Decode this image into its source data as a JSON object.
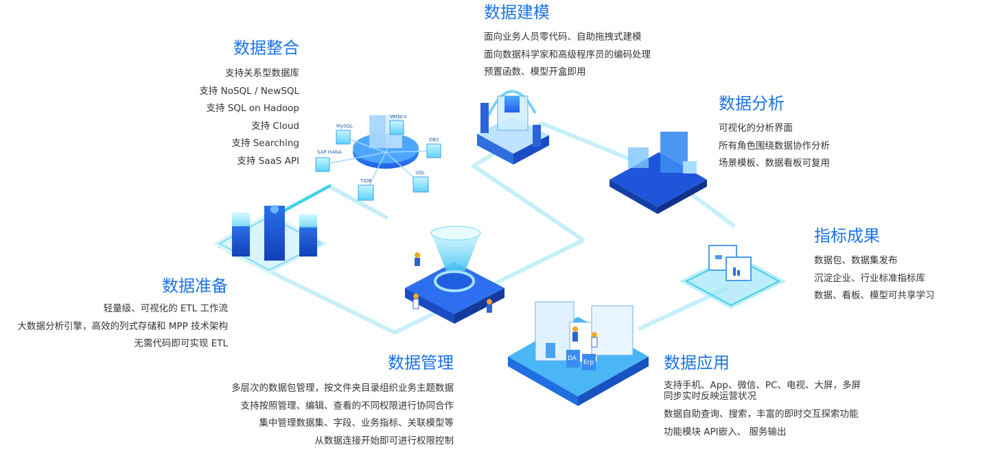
{
  "accent_color": "#1a73e8",
  "path_color": "#bfeef8",
  "sections": {
    "integration": {
      "title": "数据整合",
      "items": [
        "支持关系型数据库",
        "支持 NoSQL / NewSQL",
        "支持 SQL on Hadoop",
        "支持 Cloud",
        "支持 Searching",
        "支持 SaaS API"
      ]
    },
    "modeling": {
      "title": "数据建模",
      "items": [
        "面向业务人员零代码、自助拖拽式建模",
        "面向数据科学家和高级程序员的编码处理",
        "预置函数、模型开盒即用"
      ]
    },
    "analysis": {
      "title": "数据分析",
      "items": [
        "可视化的分析界面",
        "所有角色围绕数据协作分析",
        "场景模板、数据看板可复用"
      ]
    },
    "metrics": {
      "title": "指标成果",
      "items": [
        "数据包、数据集发布",
        "沉淀企业、行业标准指标库",
        "数据、看板、模型可共享学习"
      ]
    },
    "preparation": {
      "title": "数据准备",
      "items": [
        "轻量级、可视化的 ETL 工作流",
        "大数据分析引擎，高效的列式存储和 MPP 技术架构",
        "无需代码即可实现 ETL"
      ]
    },
    "management": {
      "title": "数据管理",
      "items": [
        "多层次的数据包管理，按文件夹目录组织业务主题数据",
        "支持按照管理、编辑、查看的不同权限进行协同合作",
        "集中管理数据集、字段、业务指标、关联模型等",
        "从数据连接开始即可进行权限控制"
      ]
    },
    "application": {
      "title": "数据应用",
      "items": [
        "支持手机、App、微信、PC、电视、大屏，多屏",
        "同步实时反映运营状况",
        "数据自助查询、搜索，丰富的即时交互探索功能",
        "功能模块 API嵌入、 服务输出"
      ]
    }
  },
  "hub_labels": [
    "MySQL",
    "Vertica",
    "DB2",
    "SQL",
    "TIDB",
    "SAP HANA"
  ],
  "panel_labels": [
    "DA",
    "Erp"
  ]
}
